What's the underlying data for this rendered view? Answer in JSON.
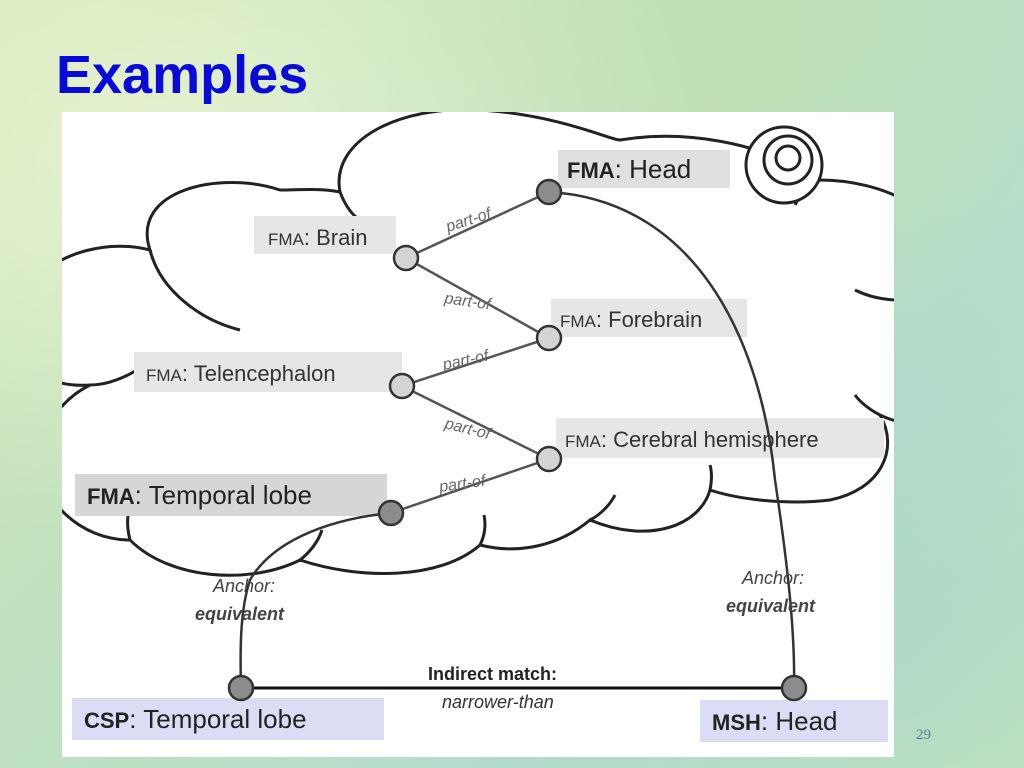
{
  "slide": {
    "title": "Examples",
    "number": "29"
  },
  "nodes": {
    "head": {
      "prefix": "FMA",
      "name": "Head"
    },
    "brain": {
      "prefix": "FMA",
      "name": "Brain"
    },
    "forebrain": {
      "prefix": "FMA",
      "name": "Forebrain"
    },
    "telen": {
      "prefix": "FMA",
      "name": "Telencephalon"
    },
    "cerebral": {
      "prefix": "FMA",
      "name": "Cerebral hemisphere"
    },
    "temporal": {
      "prefix": "FMA",
      "name": "Temporal lobe"
    },
    "csp": {
      "prefix": "CSP",
      "name": "Temporal lobe"
    },
    "msh": {
      "prefix": "MSH",
      "name": "Head"
    }
  },
  "edges": {
    "part_of": "part-of",
    "anchor_line1": "Anchor:",
    "anchor_line2": "equivalent",
    "indirect_line1": "Indirect match:",
    "indirect_line2": "narrower-than"
  },
  "colors": {
    "title": "#0a0ad8",
    "node_dark": "#8c8c8c",
    "node_light": "#d4d4d4",
    "label_gray_bg": "#e6e6e6",
    "label_blue_bg": "#dcdcf4"
  }
}
